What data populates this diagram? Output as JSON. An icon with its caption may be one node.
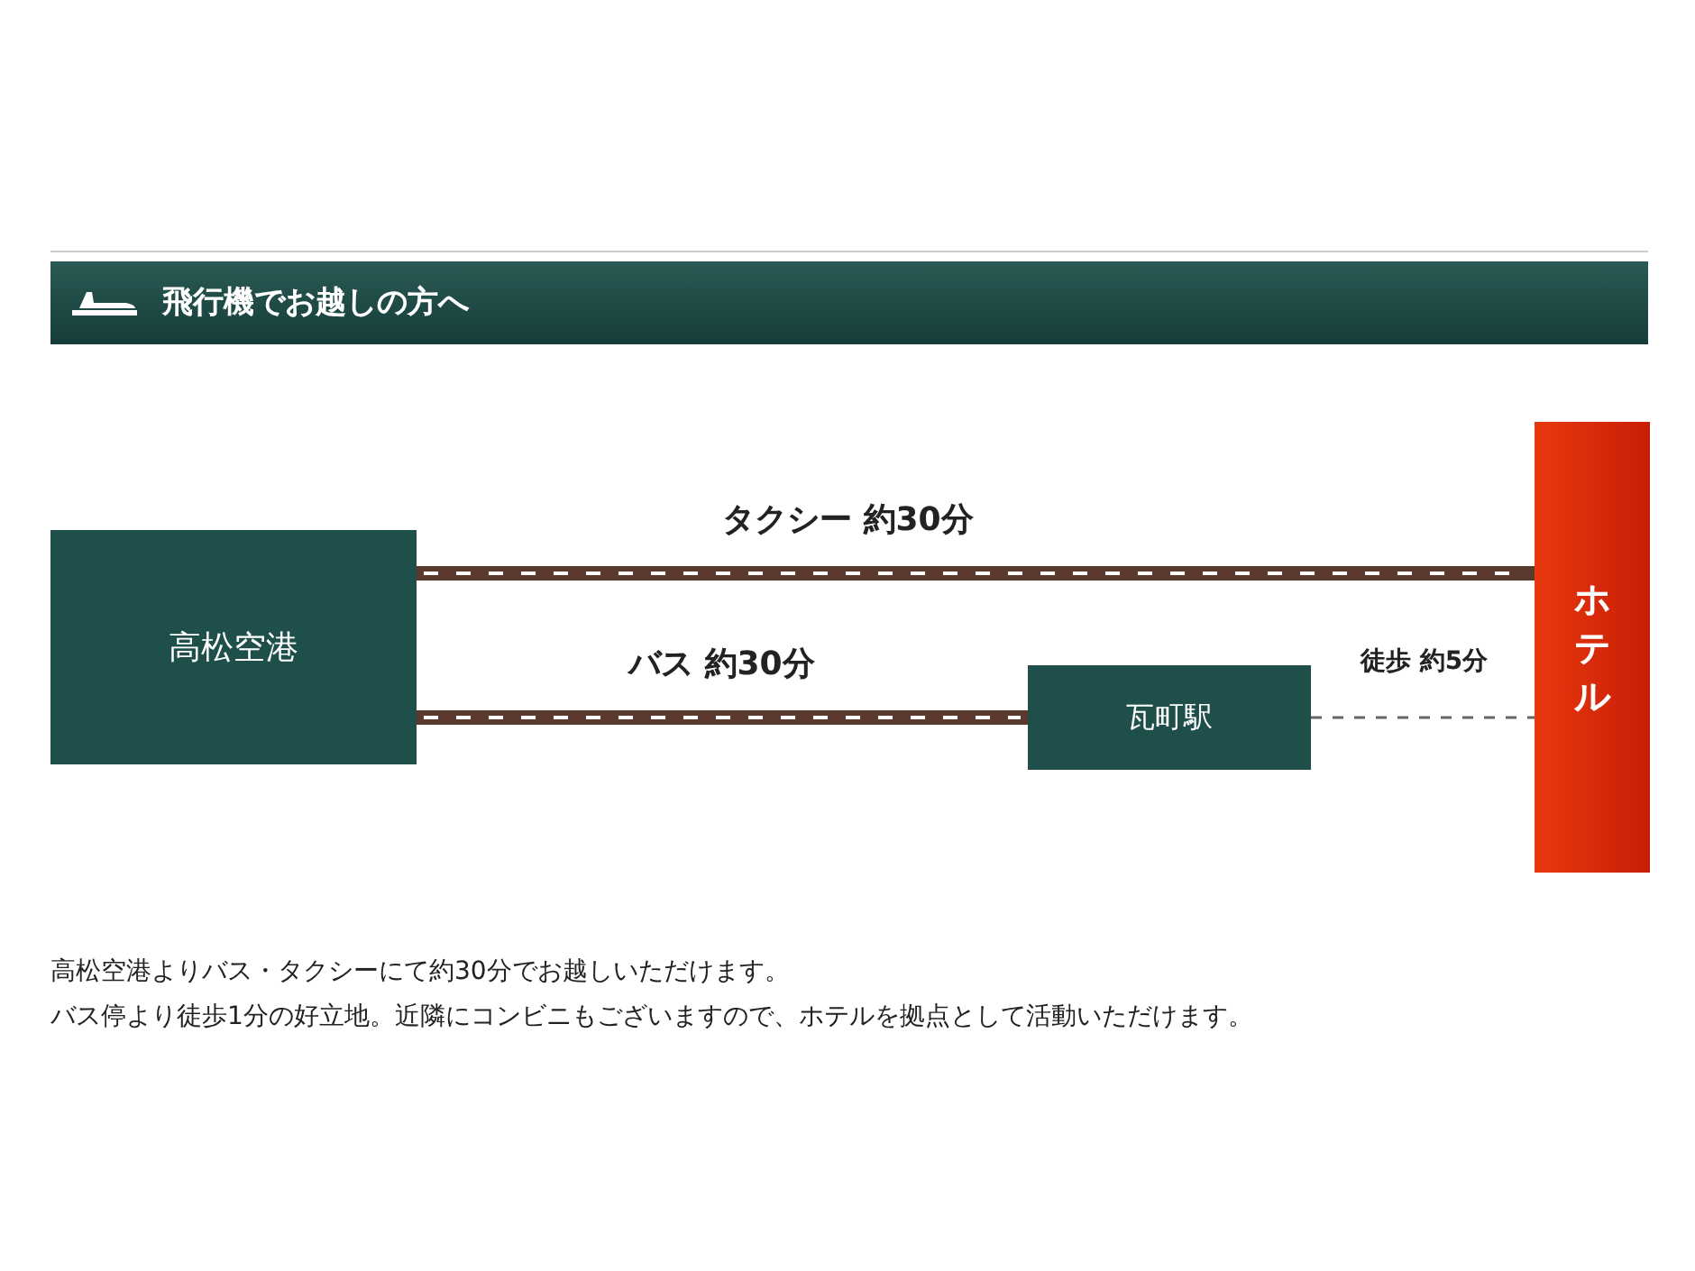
{
  "diagram": {
    "title": "飛行機でお越しの方へ",
    "nodes": [
      {
        "text": [
          "高松空港"
        ]
      },
      {
        "text": [
          "瓦町駅"
        ]
      },
      {
        "text": [
          "ホテル"
        ]
      }
    ],
    "edges": [
      {
        "from": 0,
        "to": 2,
        "arrow": "none",
        "label": "タクシー 約30分"
      },
      {
        "from": 0,
        "to": 1,
        "arrow": "none",
        "label": "バス 約30分"
      },
      {
        "from": 1,
        "to": 2,
        "arrow": "none",
        "label": "徒歩 約5分",
        "style": "dashed",
        "color": "#666666"
      }
    ],
    "labels": [
      "高松空港よりバス・タクシーにて約30分でお越しいただけます。",
      "バス停より徒歩1分の好立地。近隣にコンビニもございますので、ホテルを拠点として活動いただけます。"
    ]
  }
}
